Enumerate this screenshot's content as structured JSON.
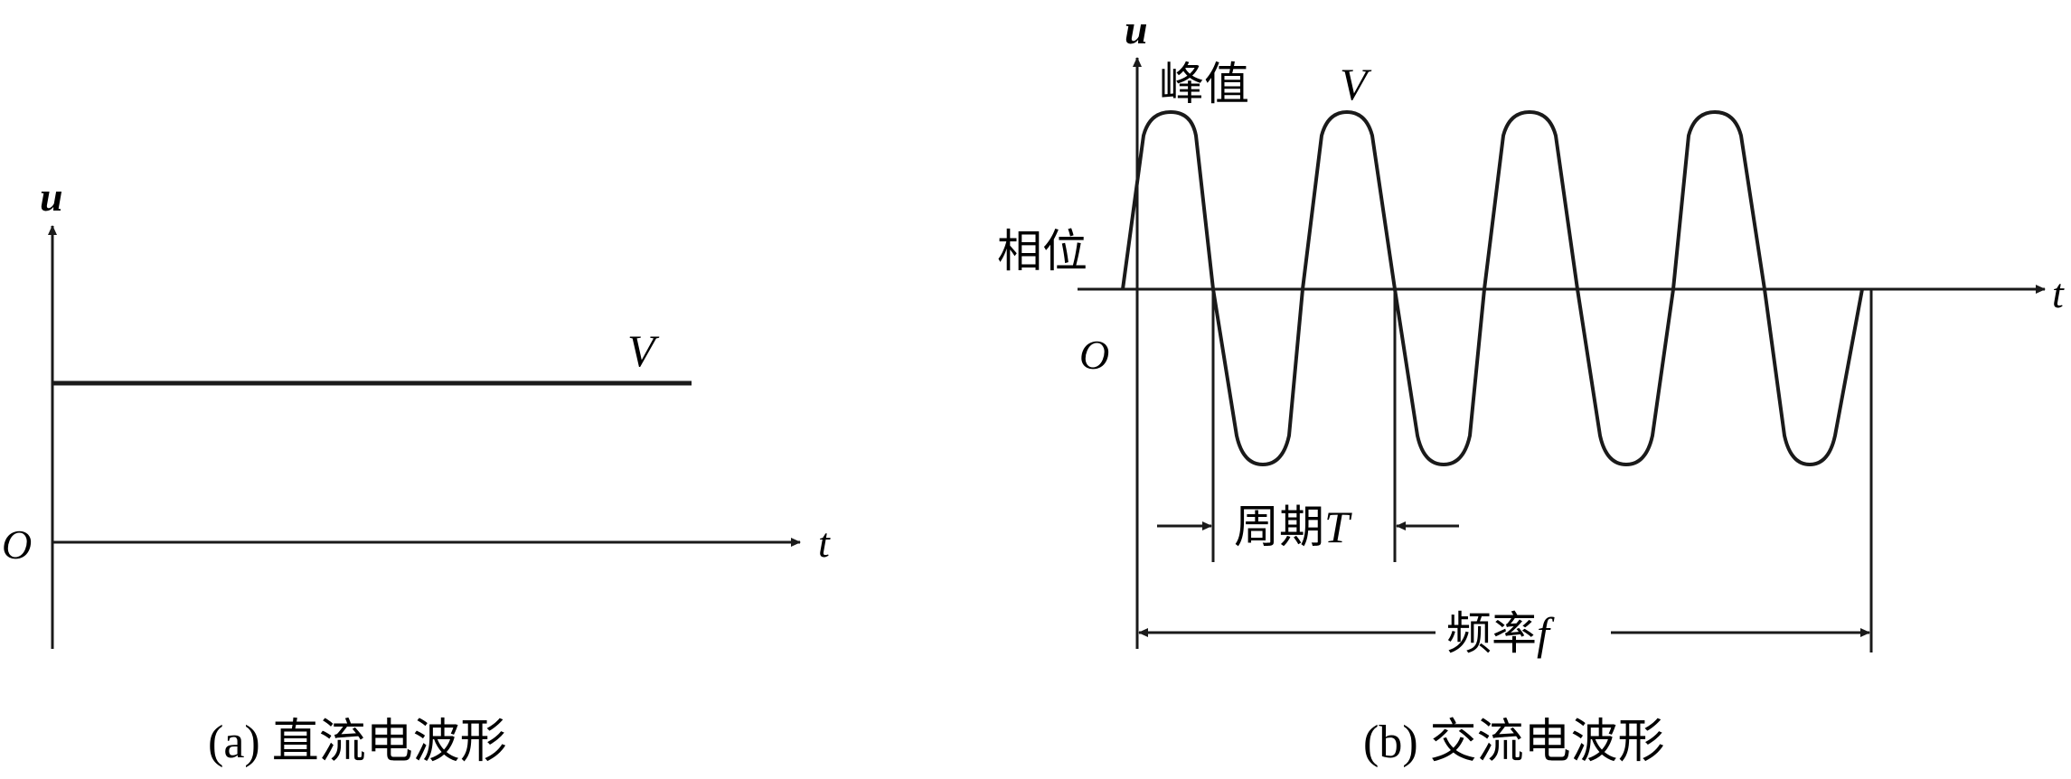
{
  "panel_a": {
    "axis_u": "u",
    "axis_t": "t",
    "origin": "O",
    "level_label": "V",
    "caption": "(a) 直流电波形"
  },
  "panel_b": {
    "axis_u": "u",
    "axis_t": "t",
    "origin": "O",
    "peak_label": "峰值",
    "amplitude_label": "V",
    "phase_label": "相位",
    "period_label": "周期",
    "period_symbol": "T",
    "frequency_label": "频率",
    "frequency_symbol": "f",
    "caption": "(b) 交流电波形"
  },
  "colors": {
    "ink": "#1a1a1a",
    "background": "#ffffff"
  }
}
